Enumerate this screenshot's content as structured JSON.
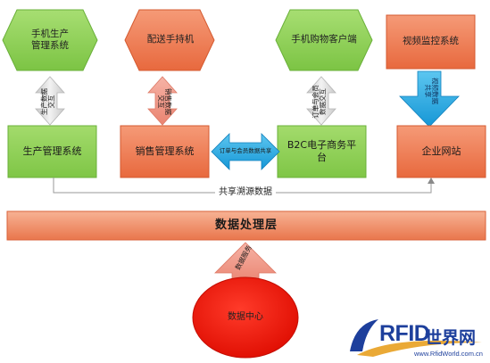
{
  "top_nodes": {
    "mobile_production": "手机生产\n管理系统",
    "delivery_handheld": "配送手持机",
    "mobile_shopping": "手机购物客户端",
    "video_monitoring": "视频监控系统"
  },
  "systems": {
    "production": "生产管理系统",
    "sales": "销售管理系统",
    "b2c": "B2C电子商务平\n台",
    "website": "企业网站"
  },
  "arrows": {
    "production_exchange": "生产数据\n交互",
    "sales_exchange": "销售数据\n交互",
    "order_exchange": "订单与会员\n数据交互",
    "video_share": "视频数据\n共享",
    "order_member_share": "订单与会员数据共享",
    "data_service": "数据服务"
  },
  "trace_share": "共享溯源数据",
  "layer": "数据处理层",
  "data_center": "数据中心",
  "watermark": {
    "brand_word": "RFID",
    "brand_cn": "世界网",
    "site": "www.RfidWorld.com.cn"
  },
  "colors": {
    "green_fill": "#8fd05a",
    "orange_fill": "#ef7d55",
    "blue_arrow": "#1aa6e0",
    "red_center": "#f5180c",
    "layer_fill": "#f08a66"
  }
}
